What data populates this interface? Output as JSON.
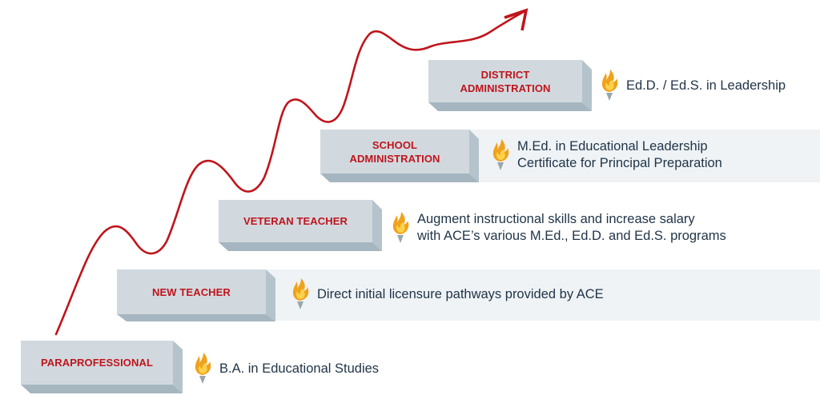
{
  "colors": {
    "accent_red": "#c0141b",
    "block_front": "#d1d9df",
    "block_side": "#a6b6c0",
    "band": "#eff3f5",
    "text": "#1f3347"
  },
  "steps": [
    {
      "title": "PARAPROFESSIONAL",
      "description_lines": [
        "B.A. in Educational Studies"
      ],
      "icon": "torch-flame-icon"
    },
    {
      "title": "NEW TEACHER",
      "description_lines": [
        "Direct initial licensure pathways provided by ACE"
      ],
      "icon": "torch-flame-icon"
    },
    {
      "title": "VETERAN TEACHER",
      "description_lines": [
        "Augment instructional skills and increase salary",
        "with ACE’s various M.Ed., Ed.D. and Ed.S. programs"
      ],
      "icon": "torch-flame-icon"
    },
    {
      "title_lines": [
        "SCHOOL",
        "ADMINISTRATION"
      ],
      "description_lines": [
        "M.Ed. in Educational Leadership",
        "Certificate for Principal Preparation"
      ],
      "icon": "torch-flame-icon"
    },
    {
      "title_lines": [
        "DISTRICT",
        "ADMINISTRATION"
      ],
      "description_lines": [
        "Ed.D. / Ed.S. in Leadership"
      ],
      "icon": "torch-flame-icon"
    }
  ],
  "decorations": {
    "growth_curve": "upward-wavy-arrow"
  }
}
